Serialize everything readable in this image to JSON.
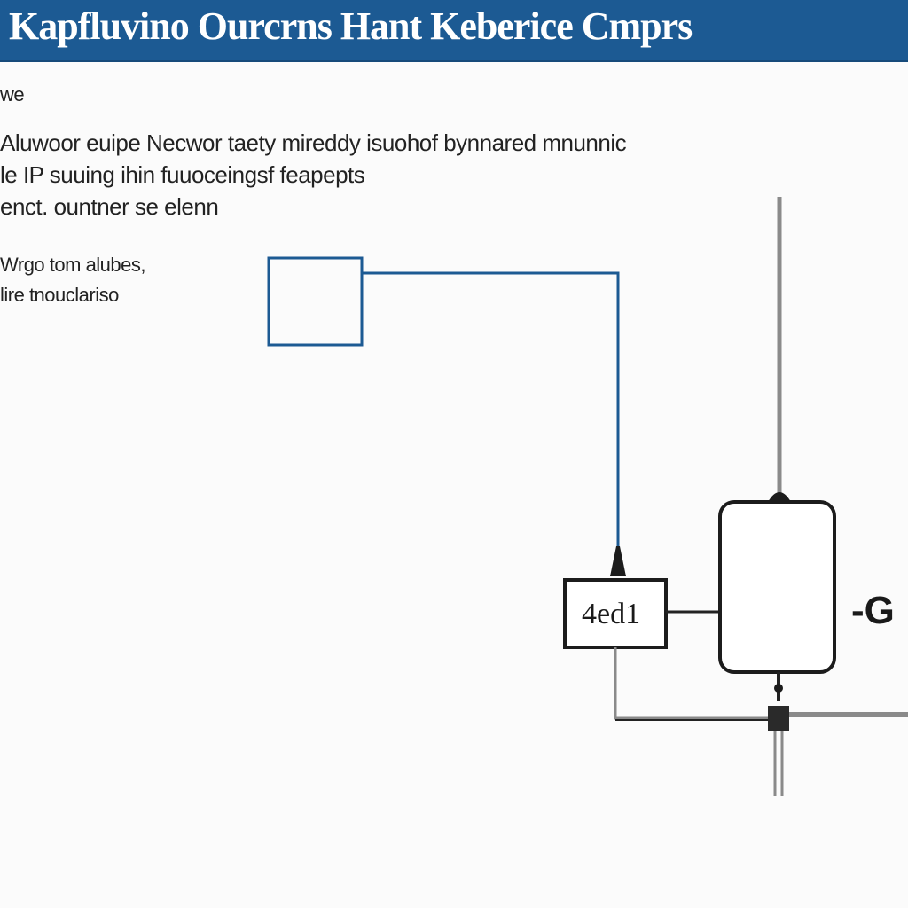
{
  "header": {
    "title": "Kapfluvino Ourcrns Hant Keberice Cmprs"
  },
  "document": {
    "lines": [
      "we",
      "Aluwoor euipe Necwor taety mireddy isuohof bynnared mnunnic",
      "le IP suuing ihin fuuoceingsf feapepts",
      "enct. ountner se elenn",
      "Wrgo tom alubes,",
      "lire tnouclariso"
    ]
  },
  "diagram": {
    "small_box_label": "4ed1",
    "side_label": "-G",
    "colors": {
      "accent_blue": "#1c5a93",
      "line_dark": "#222222",
      "line_gray": "#8a8a8a"
    }
  }
}
